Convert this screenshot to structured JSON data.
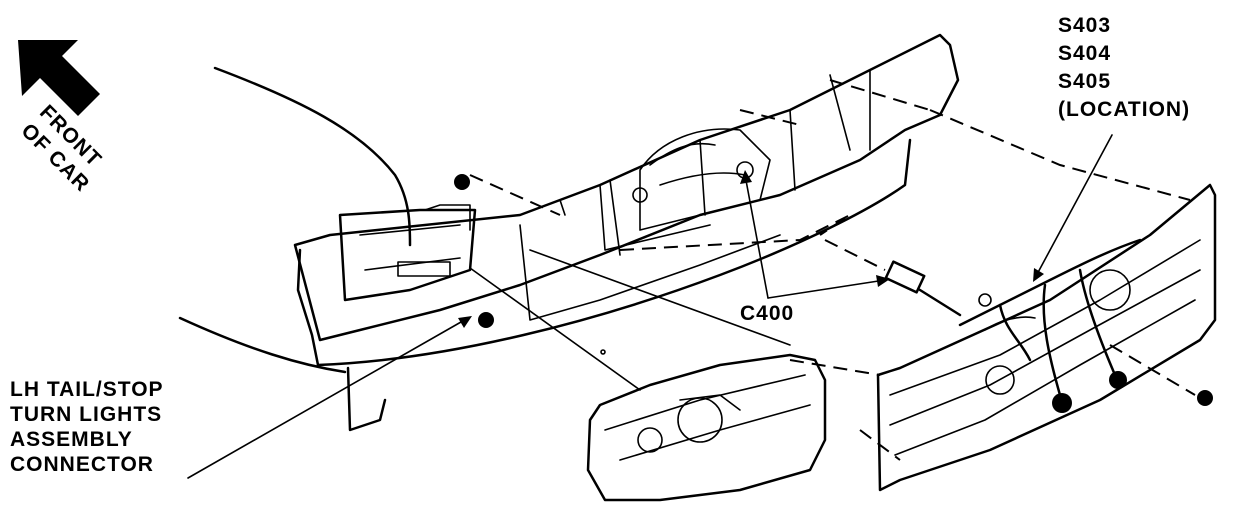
{
  "diagram": {
    "labels": {
      "front_of_car": [
        "FRONT",
        "OF CAR"
      ],
      "splices": [
        "S403",
        "S404",
        "S405",
        "(LOCATION)"
      ],
      "connector_c400": "C400",
      "lh_tail_stop": [
        "LH TAIL/STOP",
        "TURN LIGHTS",
        "ASSEMBLY",
        "CONNECTOR"
      ]
    },
    "colors": {
      "ink": "#000000",
      "paper": "#ffffff"
    }
  }
}
